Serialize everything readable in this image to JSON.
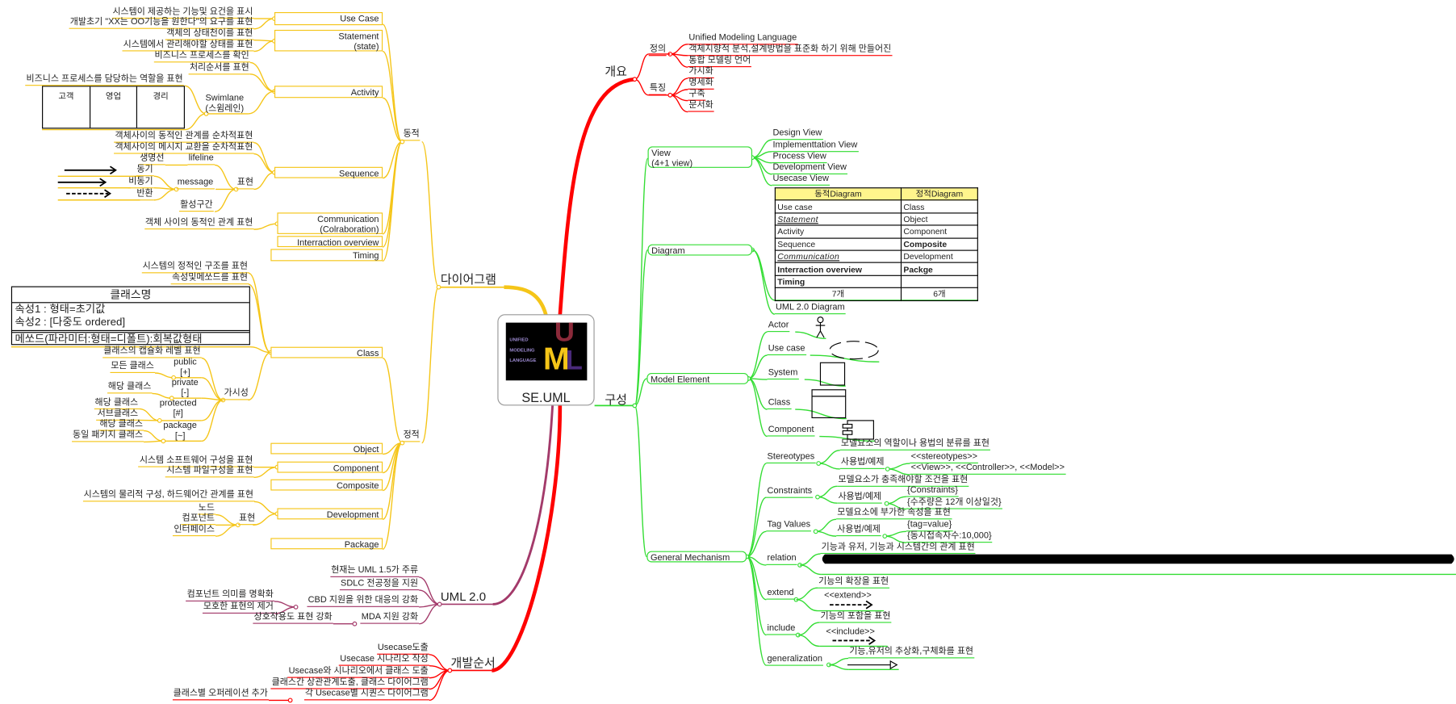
{
  "colors": {
    "diagram": "#f5c518",
    "overview": "#ff0000",
    "composition": "#33dd33",
    "uml2": "#a33a6a",
    "dev_order": "#ff0000",
    "table_header": "#fff58c"
  },
  "root": {
    "title": "SE.UML",
    "logo": {
      "lines": [
        "UNIFIED",
        "MODELING",
        "LANGUAGE"
      ],
      "letters": [
        "U",
        "M",
        "L"
      ]
    }
  },
  "diagrams": {
    "label": "다이어그램",
    "dynamic": {
      "label": "동적",
      "use_case": {
        "label": "Use Case",
        "items": [
          "시스템이 제공하는 기능및 요건을 표시",
          "개발초기 \"XX는 OO기능을 원한다\"의 요구를 표현"
        ]
      },
      "statement": {
        "label": [
          "Statement",
          "(state)"
        ],
        "items": [
          "객체의 상태천이를 표현",
          "시스템에서 관리해야할 상태를 표현"
        ]
      },
      "activity": {
        "label": "Activity",
        "items": [
          "비즈니스 프로세스를 확인",
          "처리순서를 표현"
        ],
        "swimlane": {
          "label": [
            "Swimlane",
            "(스윔레인)"
          ],
          "role": "비즈니스 프로세스를 담당하는 역할을 표현",
          "lanes": [
            "고객",
            "영업",
            "경리"
          ]
        }
      },
      "sequence": {
        "label": "Sequence",
        "items": [
          "객체사이의 동적인 관계를 순차적표현",
          "객체사이의 메시지 교환을 순차적표현"
        ],
        "notation": {
          "label": "표현",
          "lifeline": {
            "label": "lifeline",
            "item": "생명선"
          },
          "message": {
            "label": "message",
            "items": [
              "동기",
              "비동기",
              "반환"
            ]
          },
          "activation": "활성구간"
        }
      },
      "communication": {
        "label": [
          "Communication",
          "(Colraboration)"
        ],
        "items": [
          "객체 사이의 동적인 관계 표현"
        ]
      },
      "interaction_overview": {
        "label": "Interraction overview"
      },
      "timing": {
        "label": "Timing"
      }
    },
    "static": {
      "label": "정적",
      "class": {
        "label": "Class",
        "items": [
          "시스템의 정적인 구조를 표현",
          "속성및메쏘드를 표현"
        ],
        "class_box": {
          "name": "클래스명",
          "attributes": [
            "속성1 : 형태=초기값",
            "속성2 : [다중도 ordered]"
          ],
          "method": "메쏘드(파라미터:형태=디폴트):회복값형태"
        },
        "visibility": {
          "label": "가시성",
          "desc": "클래스의 캡슐화 레벨 표현",
          "levels": [
            {
              "label": [
                "public",
                "[+]"
              ],
              "items": [
                "모든 클래스"
              ]
            },
            {
              "label": [
                "private",
                "[-]"
              ],
              "items": [
                "해당 클래스"
              ]
            },
            {
              "label": [
                "protected",
                "[#]"
              ],
              "items": [
                "해당 클래스",
                "서브클래스"
              ]
            },
            {
              "label": [
                "package",
                "[~]"
              ],
              "items": [
                "해당 클래스",
                "동일 패키지 클래스"
              ]
            }
          ]
        }
      },
      "object": {
        "label": "Object"
      },
      "component": {
        "label": "Component",
        "items": [
          "시스템 소프트웨어 구성을 표현",
          "시스템 파일구성을 표현"
        ]
      },
      "composite": {
        "label": "Composite"
      },
      "development": {
        "label": "Development",
        "items": [
          "시스템의 물리적 구성, 하드웨어간 관계를 표현"
        ],
        "notation": {
          "label": "표현",
          "items": [
            "노드",
            "컴포넌트",
            "인터페이스"
          ]
        }
      },
      "package": {
        "label": "Package"
      }
    }
  },
  "uml2": {
    "label": "UML 2.0",
    "items": [
      "현재는 UML 1.5가 주류",
      "SDLC 전공정을 지원",
      "CBD 지원을 위한 대응의 강화",
      "MDA 지원 강화"
    ],
    "cbd_items": [
      "컴포넌트 의미를 명확화",
      "모호한 표현의 제거"
    ],
    "mda_items": [
      "상호작용도 표현 강화"
    ]
  },
  "dev_order": {
    "label": "개발순서",
    "steps": [
      "Usecase도출",
      "Usecase 시나리오 작성",
      "Usecase와 시나리오에서 클래스 도출",
      "클래스간 상관관계도출, 클래스 다이어그램",
      "각 Usecase별 시퀀스 다이어그램"
    ],
    "last_sub": "클래스별 오퍼레이션 추가"
  },
  "overview": {
    "label": "개요",
    "definition": {
      "label": "정의",
      "items": [
        "Unified Modeling Language",
        "객체지향적 분석,설계방법을 표준화 하기 위해 만들어진",
        "통합 모델링 언어"
      ]
    },
    "features": {
      "label": "특징",
      "items": [
        "가시화",
        "명세화",
        "구축",
        "문서화"
      ]
    }
  },
  "composition": {
    "label": "구성",
    "view": {
      "label": [
        "View",
        "(4+1 view)"
      ],
      "items": [
        "Design View",
        "Implementtation View",
        "Process View",
        "Development View",
        "Usecase View"
      ]
    },
    "diagram": {
      "label": "Diagram",
      "table": {
        "headers": [
          "동적Diagram",
          "정적Diagram"
        ],
        "rows": [
          [
            "Use case",
            "Class"
          ],
          [
            "Statement",
            "Object"
          ],
          [
            "Activity",
            "Component"
          ],
          [
            "Sequence",
            "Composite"
          ],
          [
            "Communication",
            "Development"
          ],
          [
            "Interraction overview",
            "Packge"
          ],
          [
            "Timing",
            ""
          ]
        ],
        "totals": [
          "7개",
          "6개"
        ]
      },
      "uml2_label": "UML 2.0 Diagram"
    },
    "model_element": {
      "label": "Model Element",
      "items": [
        "Actor",
        "Use case",
        "System",
        "Class",
        "Component"
      ]
    },
    "general": {
      "label": "General Mechanism",
      "stereotypes": {
        "label": "Stereotypes",
        "desc": "모델요소의 역할이나 용법의 분류를 표현",
        "usage": "사용법/예제",
        "examples": [
          "<<stereotypes>>",
          "<<View>>, <<Controller>>, <<Model>>"
        ]
      },
      "constraints": {
        "label": "Constraints",
        "desc": "모델요소가 충족해야할 조건을 표현",
        "usage": "사용법/예제",
        "examples": [
          "{Constraints}",
          "{수주량은 12개 이상일것}"
        ]
      },
      "tag_values": {
        "label": "Tag Values",
        "desc": "모델요소에 부가한 속성을 표현",
        "usage": "사용법/예제",
        "examples": [
          "{tag=value}",
          "{동시접속자수:10,000}"
        ]
      },
      "relation": {
        "label": "relation",
        "desc": "기능과 유저, 기능과 시스템간의 관계 표현"
      },
      "extend": {
        "label": "extend",
        "desc": "기능의 확장을 표현",
        "notation": "<<extend>>"
      },
      "include": {
        "label": "include",
        "desc": "기능의 포함을 표현",
        "notation": "<<include>>"
      },
      "generalization": {
        "label": "generalization",
        "desc": "기능,유저의 추상화,구체화를 표현"
      }
    }
  }
}
